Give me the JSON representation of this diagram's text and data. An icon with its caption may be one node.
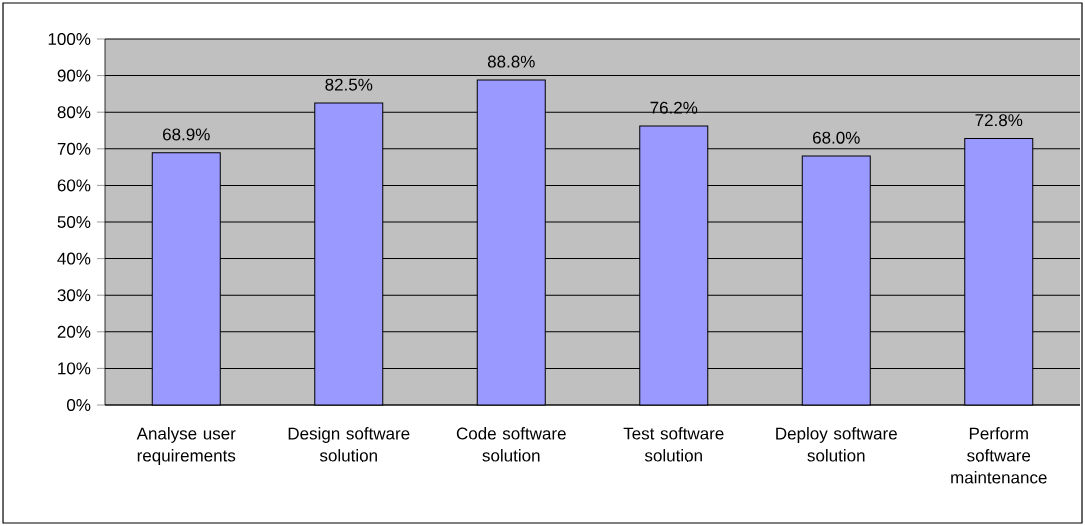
{
  "diagram": {
    "chart_data": {
      "type": "bar",
      "categories": [
        "Analyse user requirements",
        "Design software solution",
        "Code software solution",
        "Test software solution",
        "Deploy software solution",
        "Perform software maintenance"
      ],
      "series": [
        {
          "color": "#9999ff",
          "values": [
            68.9,
            82.5,
            88.8,
            76.2,
            68.0,
            72.8
          ]
        }
      ],
      "value_labels": [
        "68.9%",
        "82.5%",
        "88.8%",
        "76.2%",
        "68.0%",
        "72.8%"
      ],
      "ylim": [
        0,
        100
      ],
      "grid": true,
      "yticks": [
        {
          "value": 0,
          "label": "0%"
        },
        {
          "value": 10,
          "label": "10%"
        },
        {
          "value": 20,
          "label": "20%"
        },
        {
          "value": 30,
          "label": "30%"
        },
        {
          "value": 40,
          "label": "40%"
        },
        {
          "value": 50,
          "label": "50%"
        },
        {
          "value": 60,
          "label": "60%"
        },
        {
          "value": 70,
          "label": "70%"
        },
        {
          "value": 80,
          "label": "80%"
        },
        {
          "value": 90,
          "label": "90%"
        },
        {
          "value": 100,
          "label": "100%"
        }
      ]
    }
  }
}
